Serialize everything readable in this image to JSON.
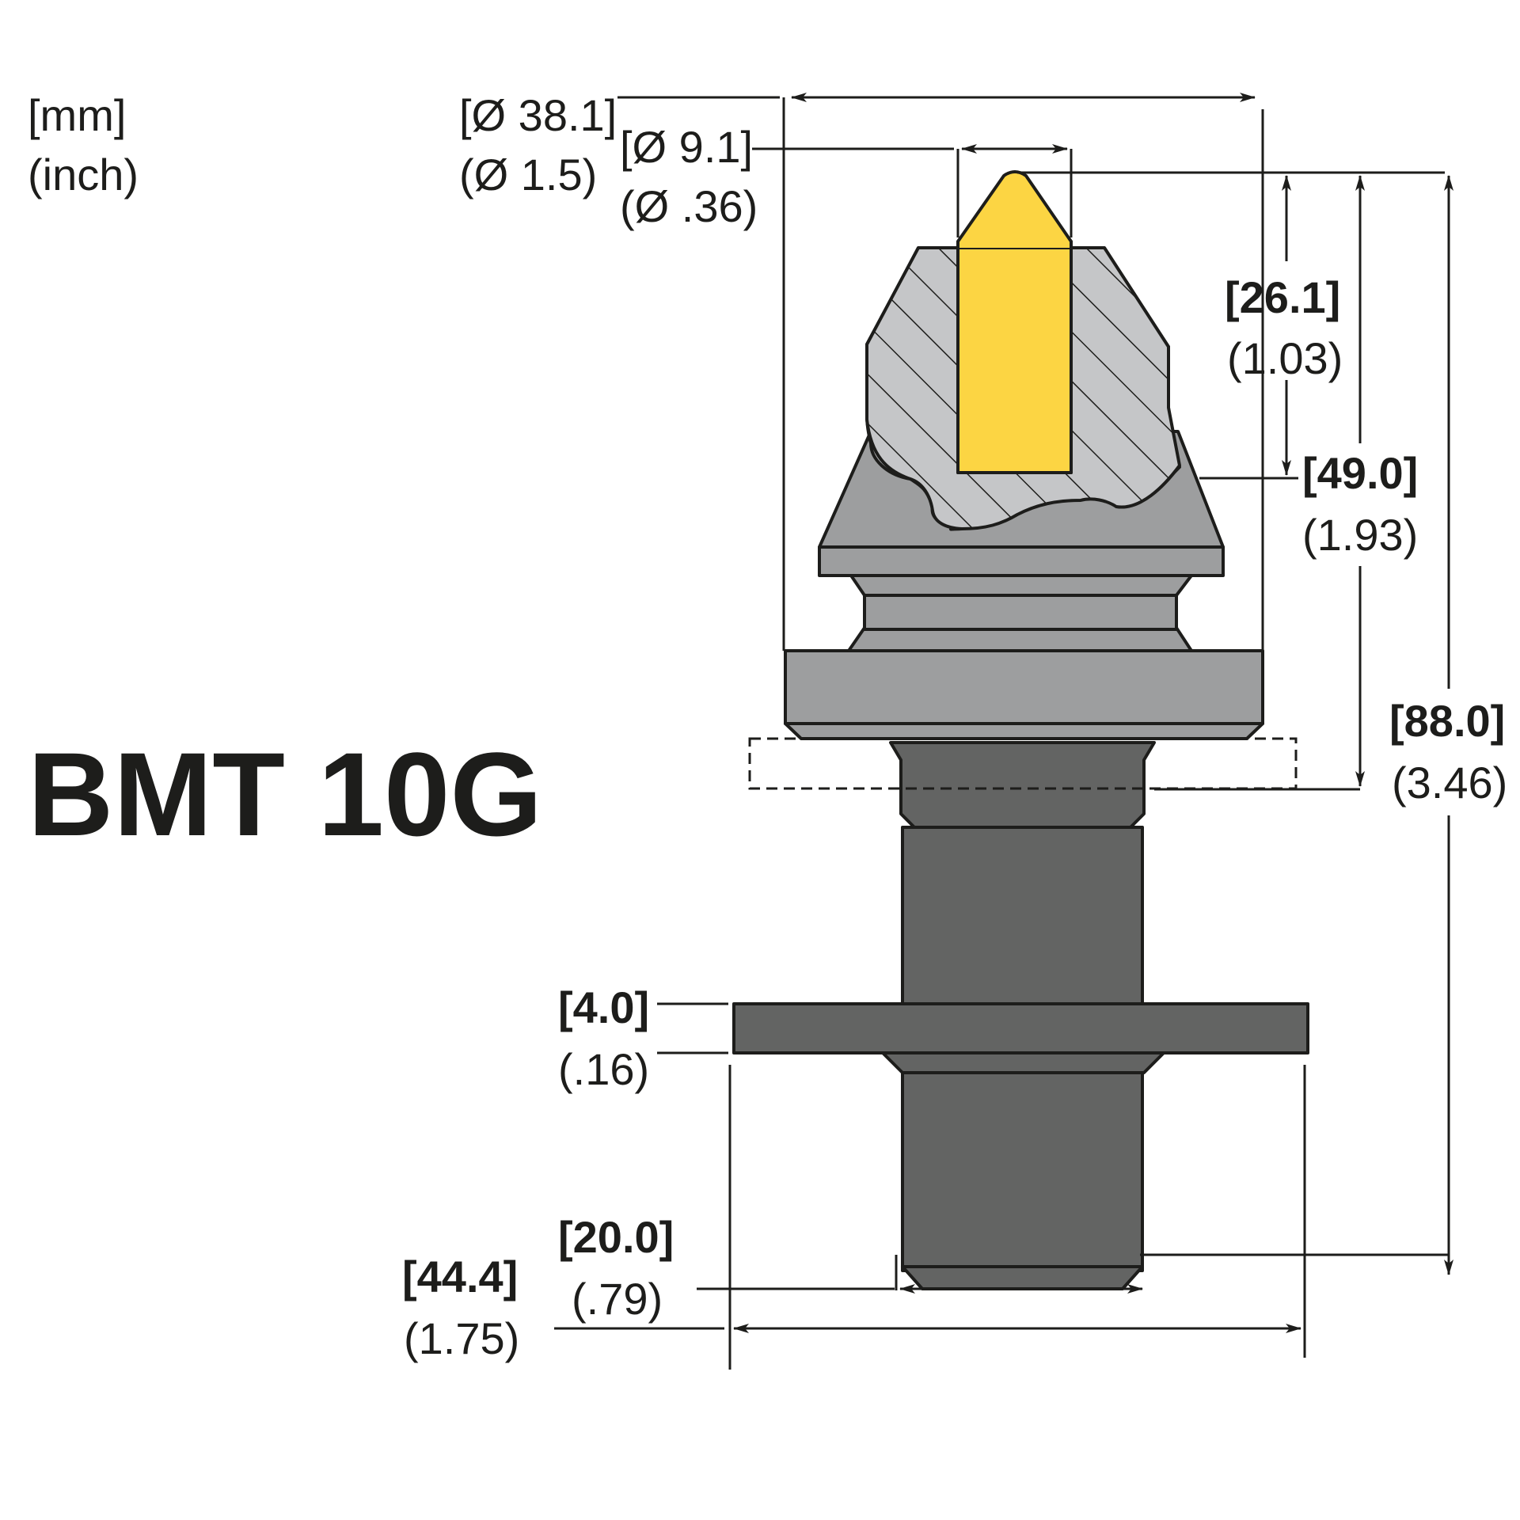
{
  "units": {
    "mm": "[mm]",
    "inch": "(inch)"
  },
  "title": "BMT 10G",
  "colors": {
    "light_steel": "#9d9e9f",
    "dark_steel": "#636463",
    "carbide": "#fcd543",
    "outline": "#1d1d1b"
  },
  "dimensions": {
    "outer_diameter": {
      "mm": "[Ø 38.1]",
      "inch": "(Ø 1.5)"
    },
    "tip_diameter": {
      "mm": "[Ø 9.1]",
      "inch": "(Ø .36)"
    },
    "tip_height": {
      "mm": "[26.1]",
      "inch": "(1.03)"
    },
    "head_height": {
      "mm": "[49.0]",
      "inch": "(1.93)"
    },
    "total_length": {
      "mm": "[88.0]",
      "inch": "(3.46)"
    },
    "washer_thickness": {
      "mm": "[4.0]",
      "inch": "(.16)"
    },
    "shank_diameter": {
      "mm": "[20.0]",
      "inch": "(.79)"
    },
    "washer_diameter": {
      "mm": "[44.4]",
      "inch": "(1.75)"
    }
  }
}
